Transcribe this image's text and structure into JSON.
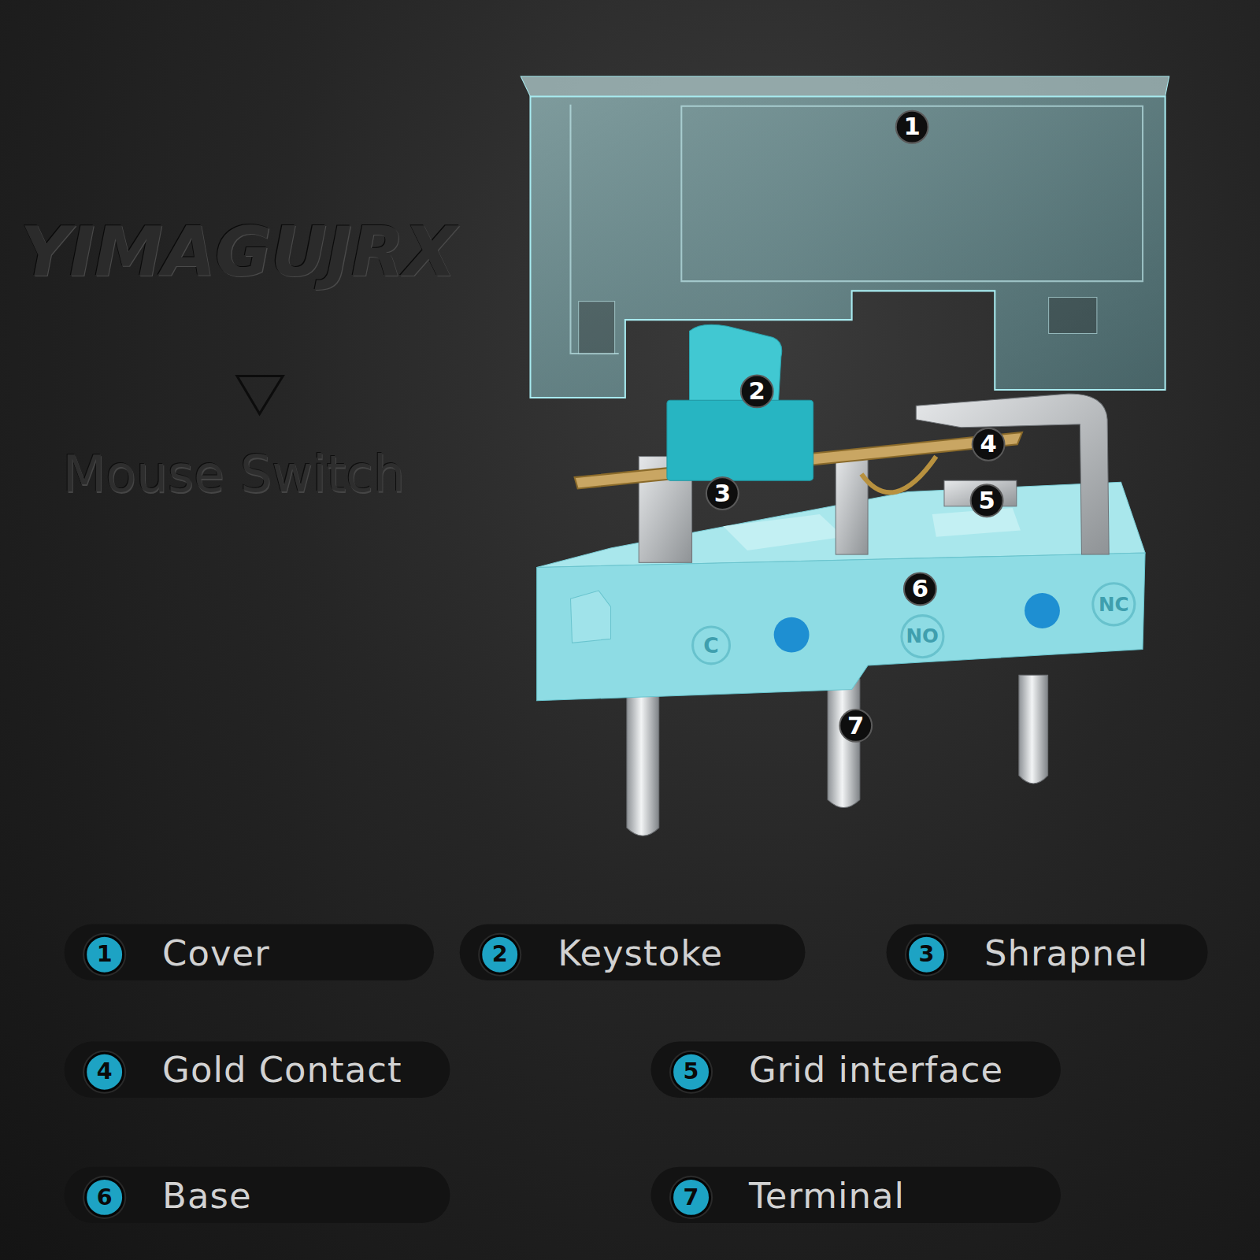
{
  "diagram": {
    "nodes": [
      {
        "text": [
          "1"
        ]
      },
      {
        "text": [
          "2"
        ]
      },
      {
        "text": [
          "4"
        ]
      },
      {
        "text": [
          "3"
        ]
      },
      {
        "text": [
          "5"
        ]
      },
      {
        "text": [
          "6"
        ]
      },
      {
        "text": [
          "7"
        ]
      },
      {
        "text": [
          "Cover"
        ]
      },
      {
        "text": [
          "1"
        ],
        "in": 7
      },
      {
        "text": [
          "Keystoke"
        ]
      },
      {
        "text": [
          "2"
        ],
        "in": 9
      },
      {
        "text": [
          "Shrapnel"
        ]
      },
      {
        "text": [
          "3"
        ],
        "in": 11
      },
      {
        "text": [
          "Gold Contact"
        ]
      },
      {
        "text": [
          "4"
        ],
        "in": 13
      },
      {
        "text": [
          "Grid interface"
        ]
      },
      {
        "text": [
          "5"
        ],
        "in": 15
      },
      {
        "text": [
          "Base"
        ]
      },
      {
        "text": [
          "6"
        ],
        "in": 17
      },
      {
        "text": [
          "Terminal"
        ]
      },
      {
        "text": [
          "7"
        ],
        "in": 19
      }
    ],
    "labels": [
      "YIMAGUJRX",
      "Mouse Switch",
      "C",
      "NO",
      "NC"
    ]
  }
}
